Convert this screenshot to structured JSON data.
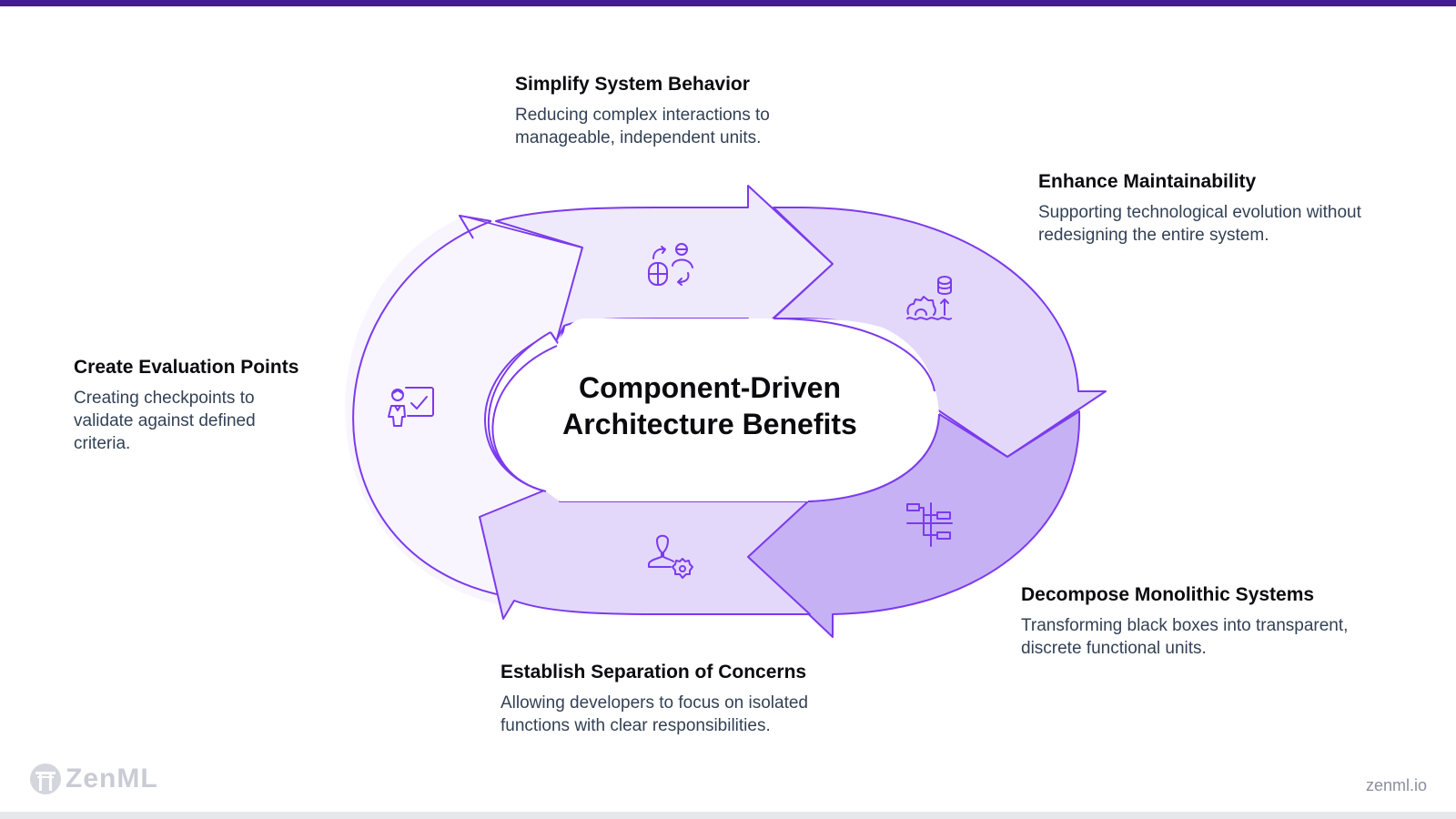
{
  "diagram": {
    "center_title_line1": "Component-Driven",
    "center_title_line2": "Architecture Benefits",
    "colors": {
      "accent": "#6d28d9",
      "outline": "#7c3aed",
      "segment_lightest": "#f8f5fe",
      "segment_light": "#efe9fc",
      "segment_mid": "#e3d8fa",
      "segment_dark": "#c6b1f5",
      "top_bar": "#431d93"
    },
    "steps": [
      {
        "title": "Simplify System Behavior",
        "description": "Reducing complex interactions to manageable, independent units.",
        "icon": "user-interaction-icon"
      },
      {
        "title": "Enhance Maintainability",
        "description": "Supporting technological evolution without redesigning the entire system.",
        "icon": "database-gear-upgrade-icon"
      },
      {
        "title": "Decompose Monolithic Systems",
        "description": "Transforming black boxes into transparent, discrete functional units.",
        "icon": "hierarchy-tree-icon"
      },
      {
        "title": "Establish Separation of Concerns",
        "description": "Allowing developers to focus on isolated functions with clear responsibilities.",
        "icon": "user-settings-icon"
      },
      {
        "title": "Create Evaluation Points",
        "description": "Creating checkpoints to validate against defined criteria.",
        "icon": "presenter-checkmark-icon"
      }
    ]
  },
  "footer": {
    "brand": "ZenML",
    "site": "zenml.io"
  }
}
